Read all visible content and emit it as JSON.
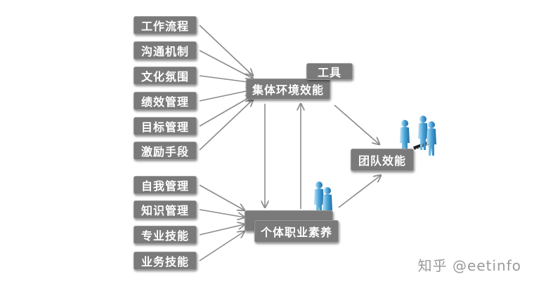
{
  "left_factors_top": [
    "工作流程",
    "沟通机制",
    "文化氛围",
    "绩效管理",
    "目标管理",
    "激励手段"
  ],
  "left_factors_bottom": [
    "自我管理",
    "知识管理",
    "专业技能",
    "业务技能"
  ],
  "tool_label": "工具",
  "collective_label": "集体环境效能",
  "individual_label": "个体职业素养",
  "team_label": "团队效能",
  "watermark": "知乎 @eetinfo",
  "colors": {
    "box": "#7a7a7a",
    "arrow": "#8c8c8c",
    "person": "#4aa3d8"
  }
}
